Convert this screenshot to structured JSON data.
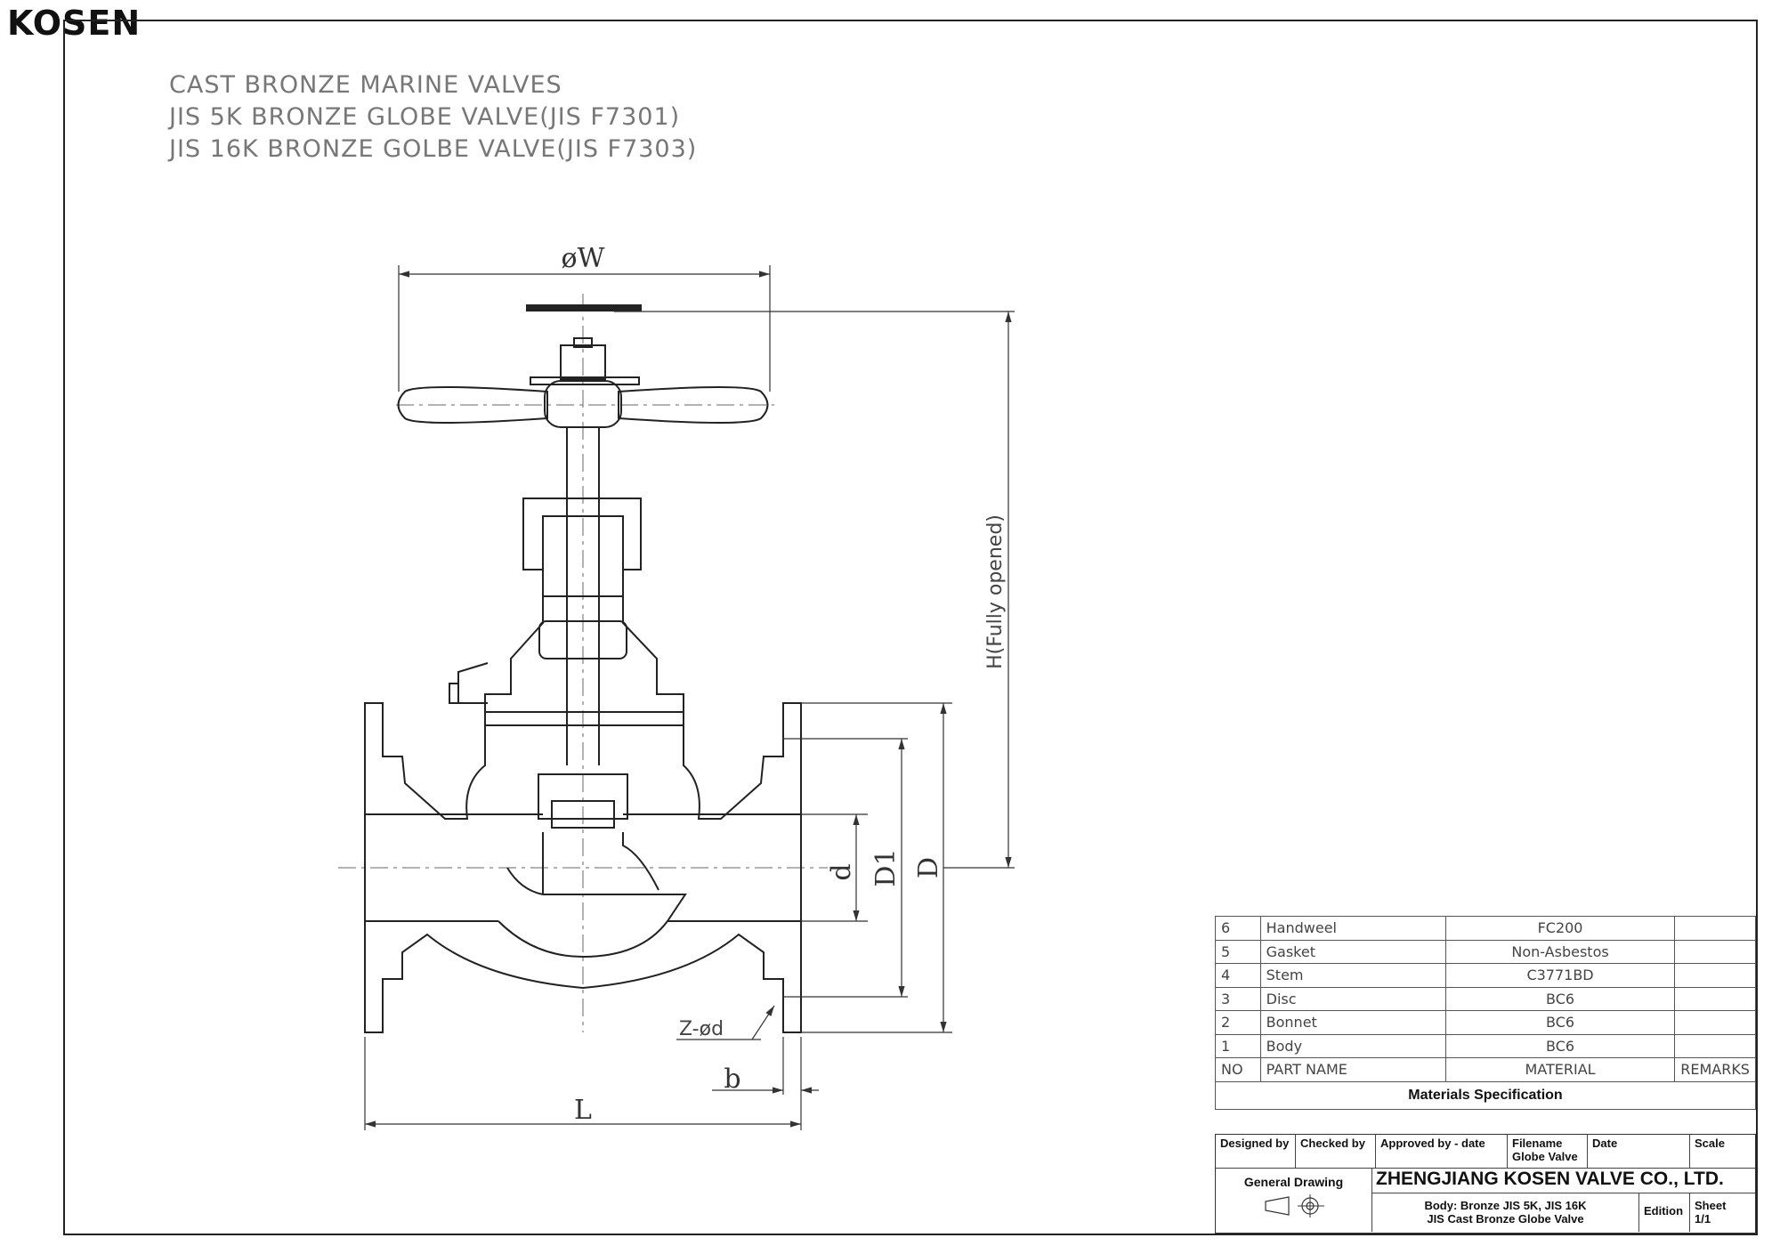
{
  "brand": {
    "logo_text": "KOSEN"
  },
  "titles": [
    "CAST BRONZE MARINE VALVES",
    "JIS 5K BRONZE GLOBE VALVE(JIS F7301)",
    "JIS 16K BRONZE GOLBE VALVE(JIS F7303)"
  ],
  "dimensions": {
    "handwheel_dia": "øW",
    "height": "H(Fully opened)",
    "bore": "d",
    "bolt_circle": "D1",
    "flange_dia": "D",
    "bolt_holes": "Z-ød",
    "flange_thickness": "b",
    "length": "L"
  },
  "materials": {
    "rows": [
      {
        "no": "6",
        "part": "Handweel",
        "material": "FC200",
        "remarks": ""
      },
      {
        "no": "5",
        "part": "Gasket",
        "material": "Non-Asbestos",
        "remarks": ""
      },
      {
        "no": "4",
        "part": "Stem",
        "material": "C3771BD",
        "remarks": ""
      },
      {
        "no": "3",
        "part": "Disc",
        "material": "BC6",
        "remarks": ""
      },
      {
        "no": "2",
        "part": "Bonnet",
        "material": "BC6",
        "remarks": ""
      },
      {
        "no": "1",
        "part": "Body",
        "material": "BC6",
        "remarks": ""
      }
    ],
    "header": {
      "no": "NO",
      "part": "PART  NAME",
      "material": "MATERIAL",
      "remarks": "REMARKS"
    },
    "caption": "Materials Specification"
  },
  "title_block": {
    "designed_by": "Designed by",
    "checked_by": "Checked by",
    "approved_by": "Approved by - date",
    "filename_label": "Filename",
    "filename_value": "Globe Valve",
    "date_label": "Date",
    "scale_label": "Scale",
    "drawing_type": "General Drawing",
    "company": "ZHENGJIANG KOSEN VALVE CO., LTD.",
    "desc_line1": "Body: Bronze  JIS 5K, JIS 16K",
    "desc_line2": "JIS Cast Bronze Globe Valve",
    "edition_label": "Edition",
    "sheet_label": "Sheet",
    "sheet_value": "1/1"
  }
}
